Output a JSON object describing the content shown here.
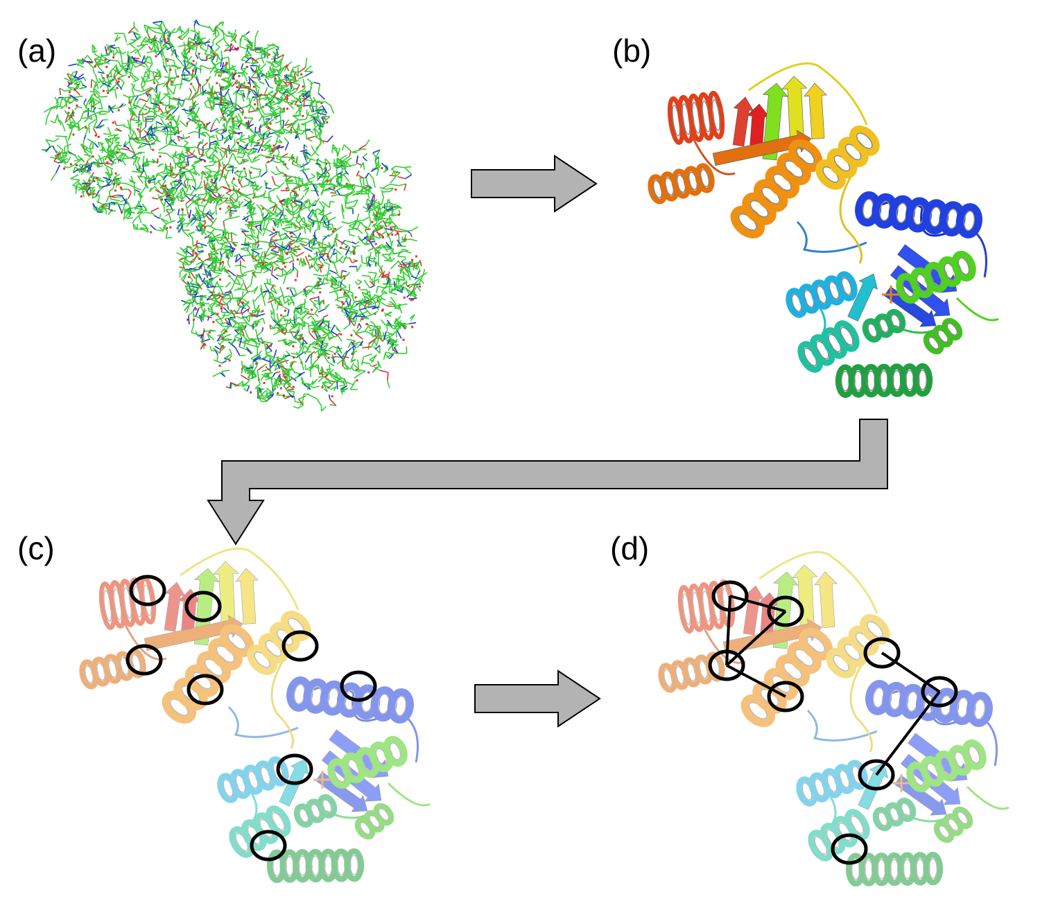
{
  "panels": [
    {
      "label": "(a)"
    },
    {
      "label": "(b)"
    },
    {
      "label": "(c)"
    },
    {
      "label": "(d)"
    }
  ],
  "colors": {
    "arrow_fill": "#b3b3b3",
    "arrow_stroke": "#000000",
    "marker": "#000000",
    "stick_carbon": "#33cc33",
    "stick_nitrogen": "#2233dd",
    "stick_oxygen": "#dd3333"
  }
}
